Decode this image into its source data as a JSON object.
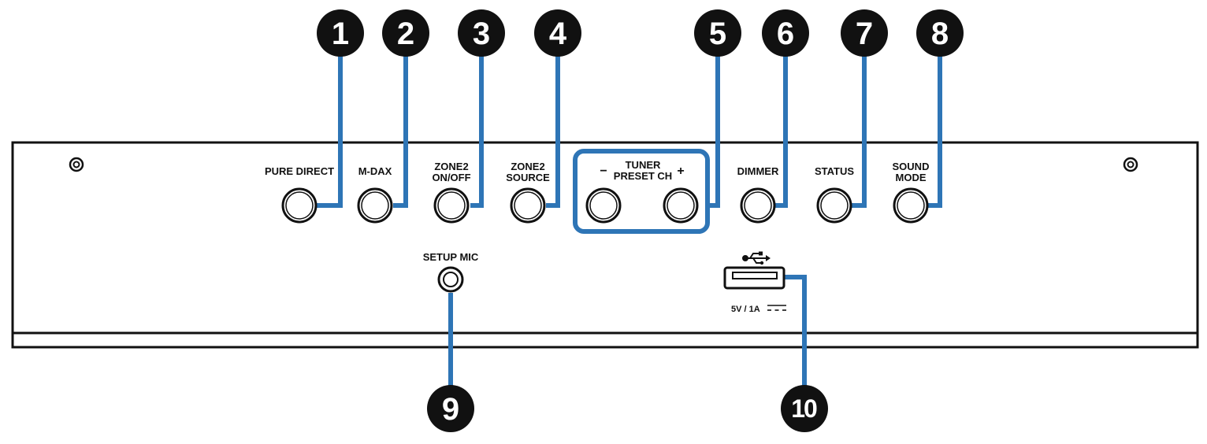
{
  "colors": {
    "leader": "#2e75b6",
    "panel_stroke": "#111111",
    "badge_fill": "#111111",
    "badge_text": "#ffffff"
  },
  "buttons": [
    {
      "label_lines": [
        "PURE DIRECT"
      ]
    },
    {
      "label_lines": [
        "M-DAX"
      ]
    },
    {
      "label_lines": [
        "ZONE2",
        "ON/OFF"
      ]
    },
    {
      "label_lines": [
        "ZONE2",
        "SOURCE"
      ]
    },
    {
      "label_lines": [
        "DIMMER"
      ]
    },
    {
      "label_lines": [
        "STATUS"
      ]
    },
    {
      "label_lines": [
        "SOUND",
        "MODE"
      ]
    }
  ],
  "tuner": {
    "title": "TUNER",
    "subtitle": "PRESET CH",
    "minus": "−",
    "plus": "+"
  },
  "setup_mic": {
    "label": "SETUP MIC"
  },
  "usb": {
    "rating": "5V / 1A",
    "icon": "usb-icon"
  },
  "callouts": [
    "1",
    "2",
    "3",
    "4",
    "5",
    "6",
    "7",
    "8",
    "9",
    "10"
  ]
}
